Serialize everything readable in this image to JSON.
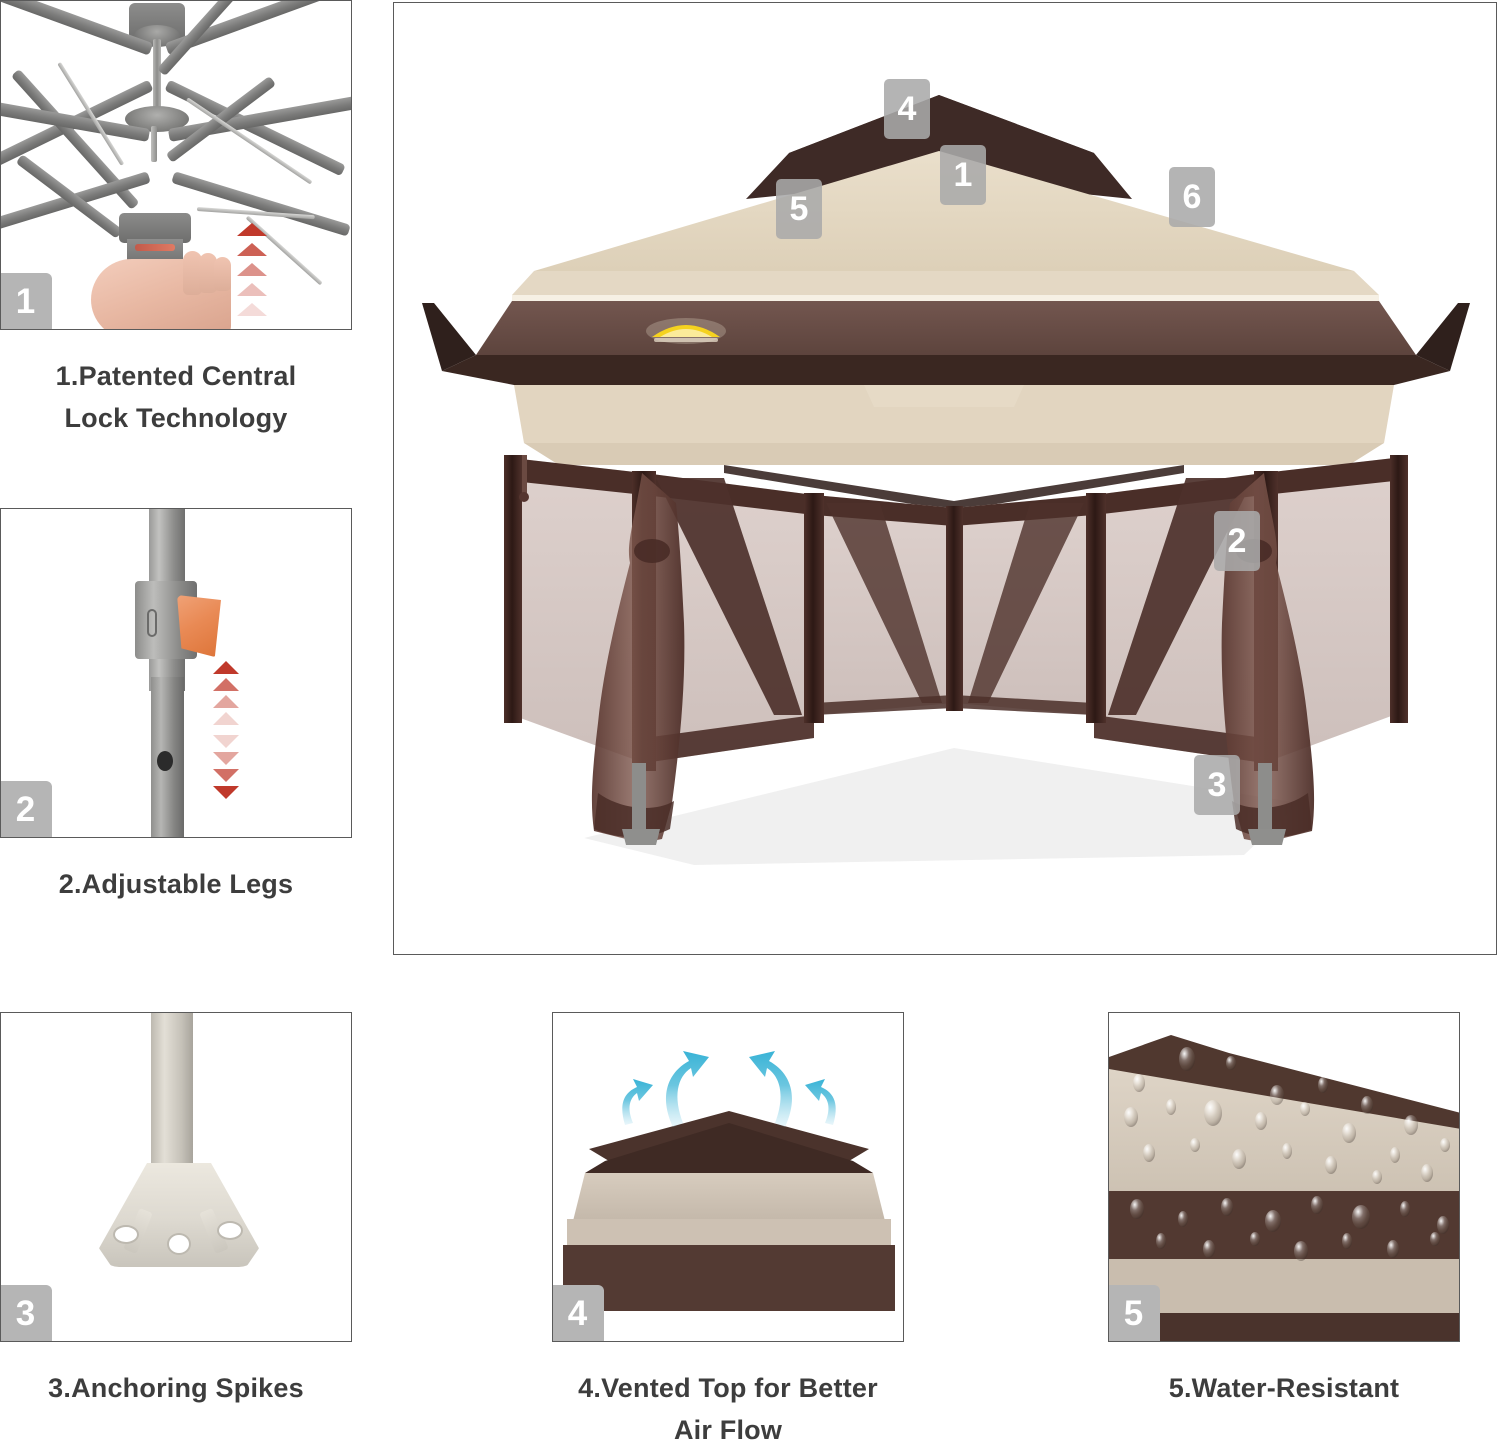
{
  "product": {
    "type": "pop-up gazebo canopy with mesh netting walls",
    "brand_logo": "sunburst-emblem"
  },
  "features": [
    {
      "num": "1",
      "caption_line1": "1.Patented Central",
      "caption_line2": "Lock Technology",
      "name": "patented-central-lock-technology"
    },
    {
      "num": "2",
      "caption_line1": "2.Adjustable Legs",
      "caption_line2": "",
      "name": "adjustable-legs"
    },
    {
      "num": "3",
      "caption_line1": "3.Anchoring Spikes",
      "caption_line2": "",
      "name": "anchoring-spikes"
    },
    {
      "num": "4",
      "caption_line1": "4.Vented Top for Better",
      "caption_line2": "Air Flow",
      "name": "vented-top-air-flow"
    },
    {
      "num": "5",
      "caption_line1": "5.Water-Resistant",
      "caption_line2": "",
      "name": "water-resistant"
    }
  ],
  "hero": {
    "callouts": [
      {
        "num": "4",
        "label": "vented-top"
      },
      {
        "num": "1",
        "label": "canopy-top"
      },
      {
        "num": "5",
        "label": "water-resistant-fabric"
      },
      {
        "num": "6",
        "label": "two-tier-roof"
      },
      {
        "num": "2",
        "label": "adjustable-leg"
      },
      {
        "num": "3",
        "label": "anchoring-spike"
      }
    ]
  },
  "colors": {
    "canopy_beige": "#e4d8c4",
    "canopy_brown": "#6b4f49",
    "roof_dark": "#3e2a26",
    "mesh_wall": "#d8cbc7",
    "post_dark": "#34201c",
    "badge_gray": "#b5b5b5",
    "caption_text": "#3d3d3d",
    "panel_border": "#5a5a5a",
    "lever_orange": "#e98a55",
    "arrow_red": "#c0392b",
    "airflow_blue": "#63c3de"
  }
}
